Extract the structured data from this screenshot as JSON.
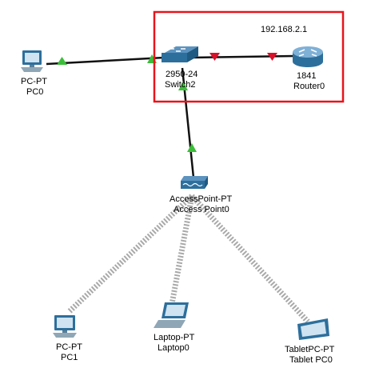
{
  "highlight": {
    "ip_label": "192.168.2.1",
    "border_color": "#e8141c"
  },
  "devices": {
    "pc0": {
      "model": "PC-PT",
      "name": "PC0"
    },
    "switch2": {
      "model": "2950-24",
      "name": "Switch2"
    },
    "router0": {
      "model": "1841",
      "name": "Router0"
    },
    "access_point0": {
      "model": "AccessPoint-PT",
      "name": "Access Point0"
    },
    "pc1": {
      "model": "PC-PT",
      "name": "PC1"
    },
    "laptop0": {
      "model": "Laptop-PT",
      "name": "Laptop0"
    },
    "tablet_pc0": {
      "model": "TabletPC-PT",
      "name": "Tablet PC0"
    }
  },
  "colors": {
    "link_up": "#3cbd3a",
    "link_down": "#d8102a",
    "cable": "#111111",
    "wireless": "#b0b0b0",
    "device_blue": "#2d6f9c"
  }
}
